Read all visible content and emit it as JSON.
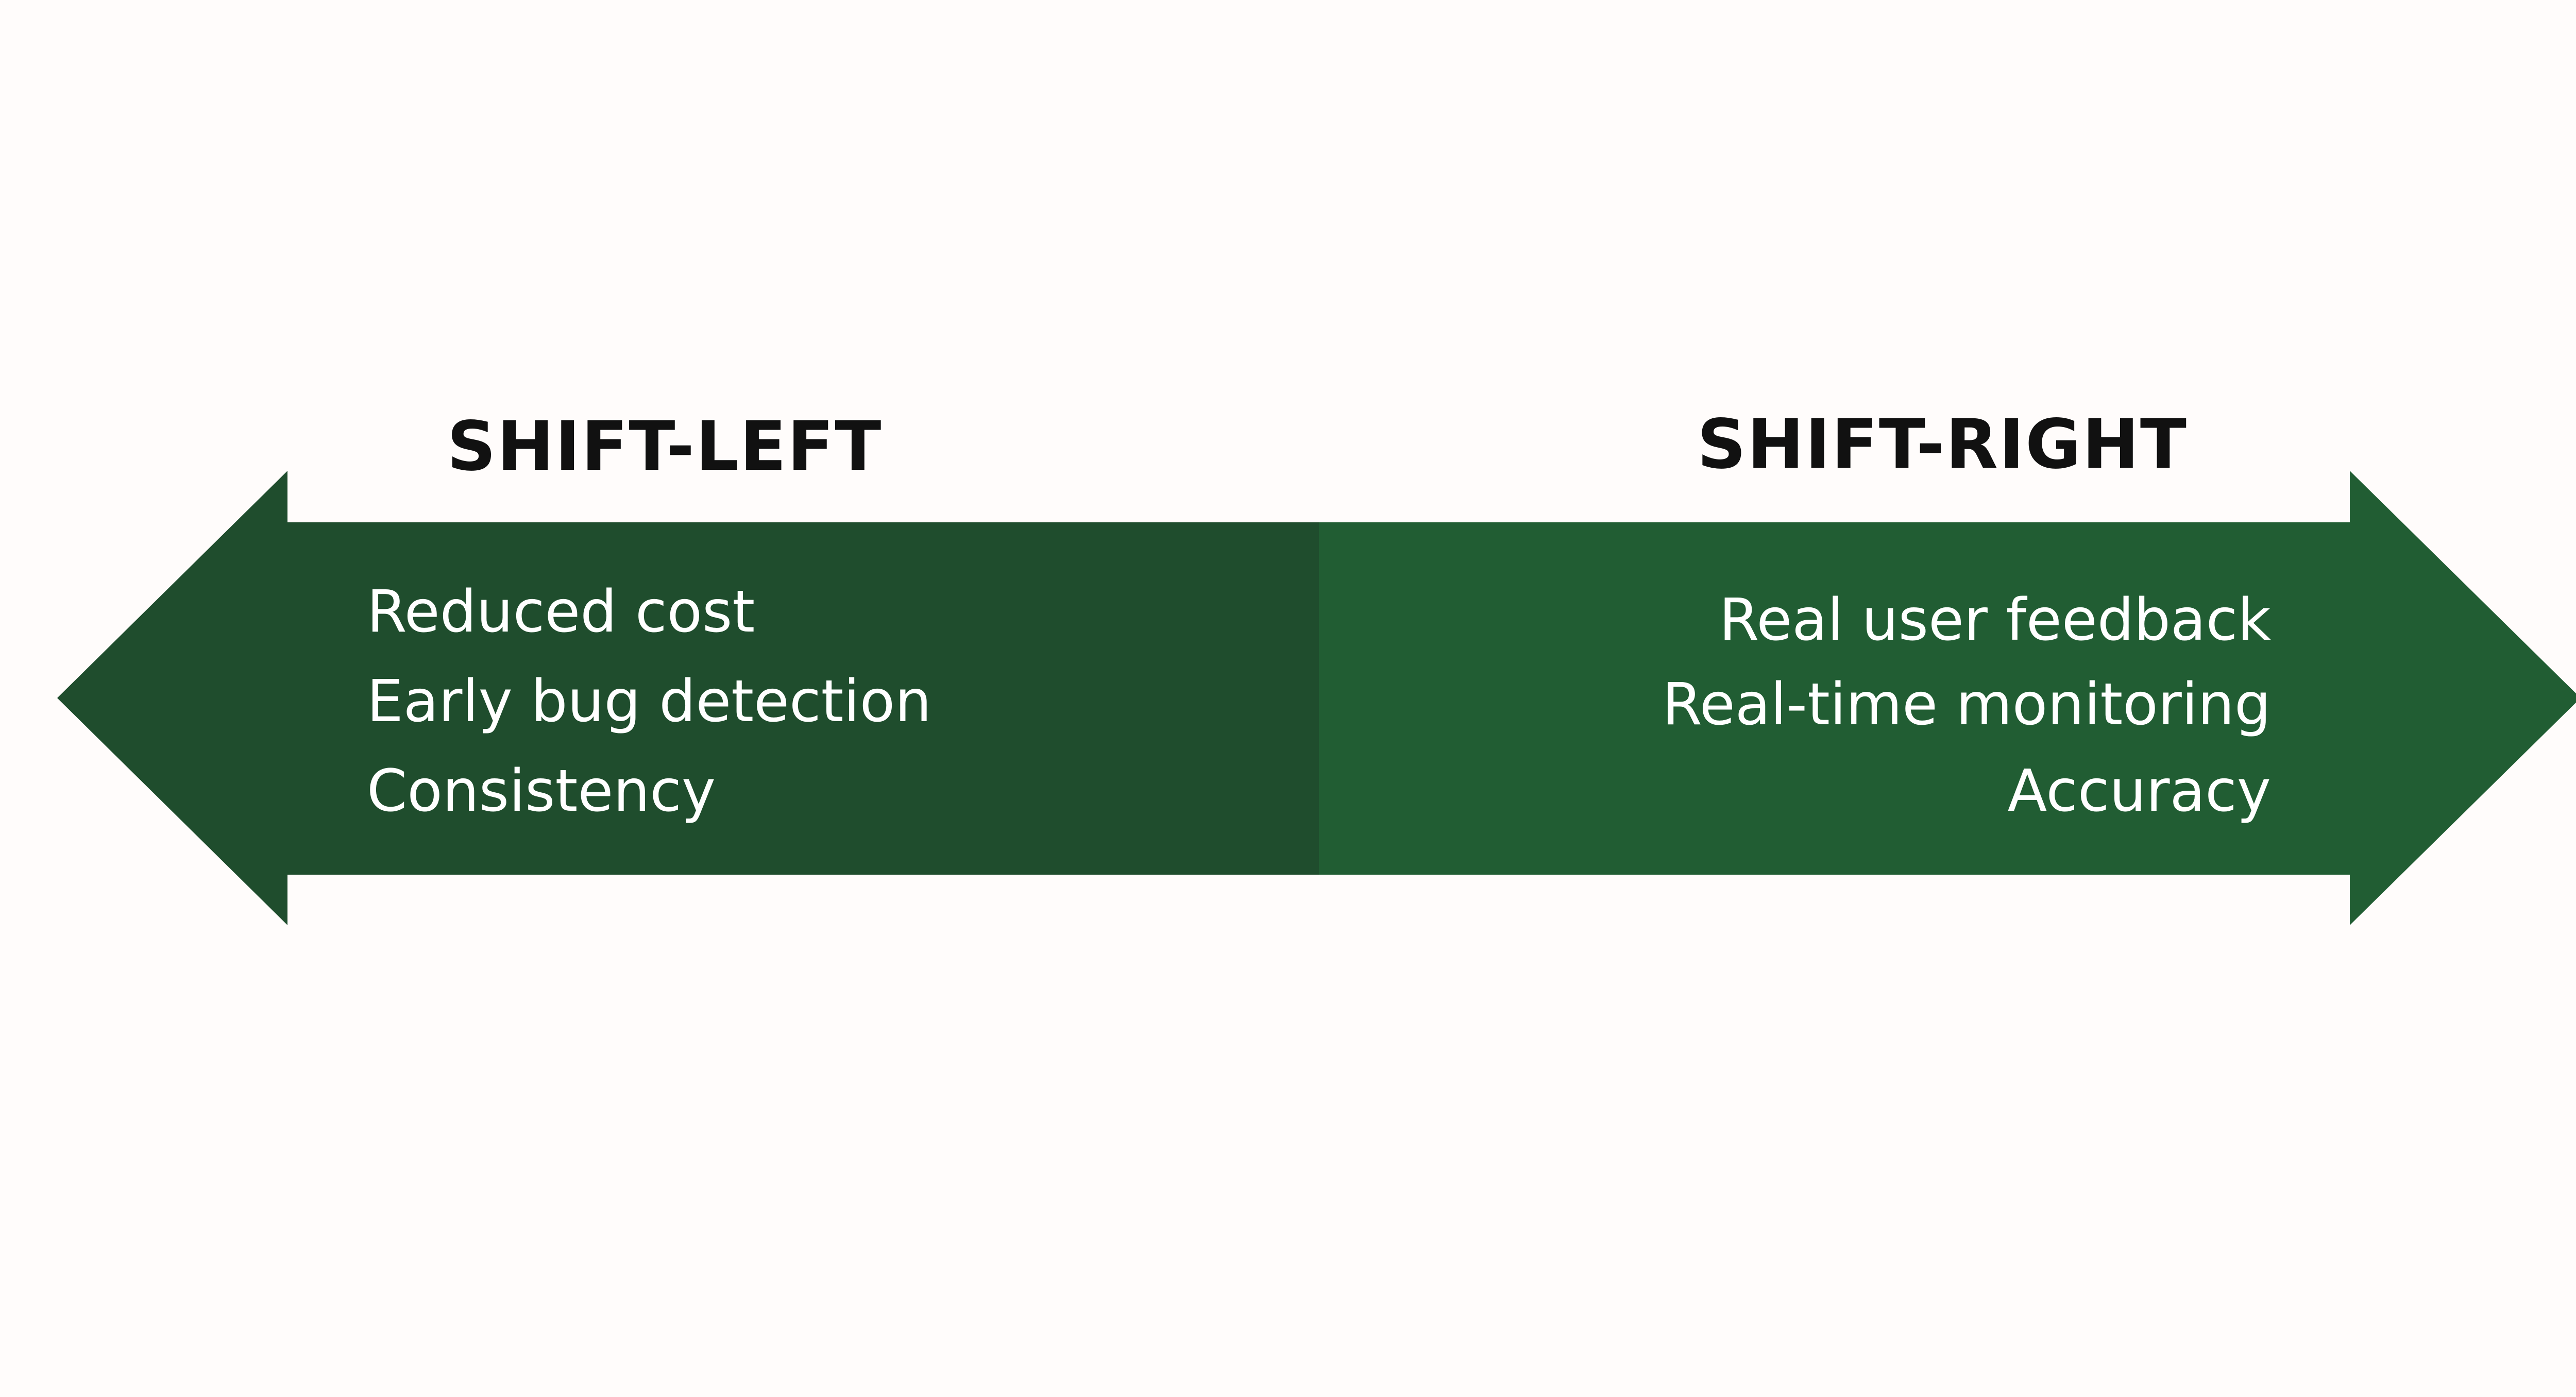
{
  "colors": {
    "background": "#fffcfb",
    "left_arrow": "#1f4d2d",
    "right_arrow": "#215d33",
    "title": "#111111",
    "item_text": "#ffffff"
  },
  "left": {
    "title": "SHIFT-LEFT",
    "items": [
      "Reduced cost",
      "Early bug detection",
      "Consistency"
    ]
  },
  "right": {
    "title": "SHIFT-RIGHT",
    "items": [
      "Real user feedback",
      "Real-time monitoring",
      "Accuracy"
    ]
  }
}
